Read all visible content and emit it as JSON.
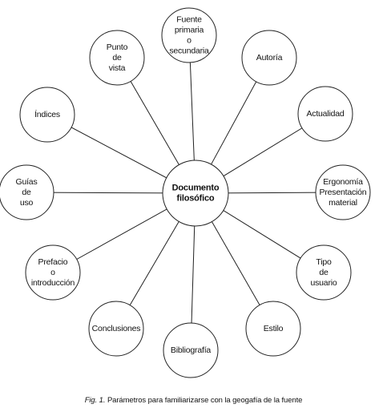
{
  "diagram": {
    "center": {
      "lines": [
        "Documento",
        "filosófico"
      ]
    },
    "nodes": [
      {
        "lines": [
          "Fuente",
          "primaria",
          "o",
          "secundaria"
        ]
      },
      {
        "lines": [
          "Autoría"
        ]
      },
      {
        "lines": [
          "Actualidad"
        ]
      },
      {
        "lines": [
          "Ergonomía",
          "Presentación",
          "material"
        ]
      },
      {
        "lines": [
          "Tipo",
          "de",
          "usuario"
        ]
      },
      {
        "lines": [
          "Estilo"
        ]
      },
      {
        "lines": [
          "Bibliografía"
        ]
      },
      {
        "lines": [
          "Conclusiones"
        ]
      },
      {
        "lines": [
          "Prefacio",
          "o",
          "introducción"
        ]
      },
      {
        "lines": [
          "Guías",
          "de",
          "uso"
        ]
      },
      {
        "lines": [
          "Índices"
        ]
      },
      {
        "lines": [
          "Punto",
          "de",
          "vista"
        ]
      }
    ]
  },
  "caption": {
    "prefix": "Fig. 1.",
    "text": "Parámetros para familiarizarse con la geogafía de la fuente"
  }
}
